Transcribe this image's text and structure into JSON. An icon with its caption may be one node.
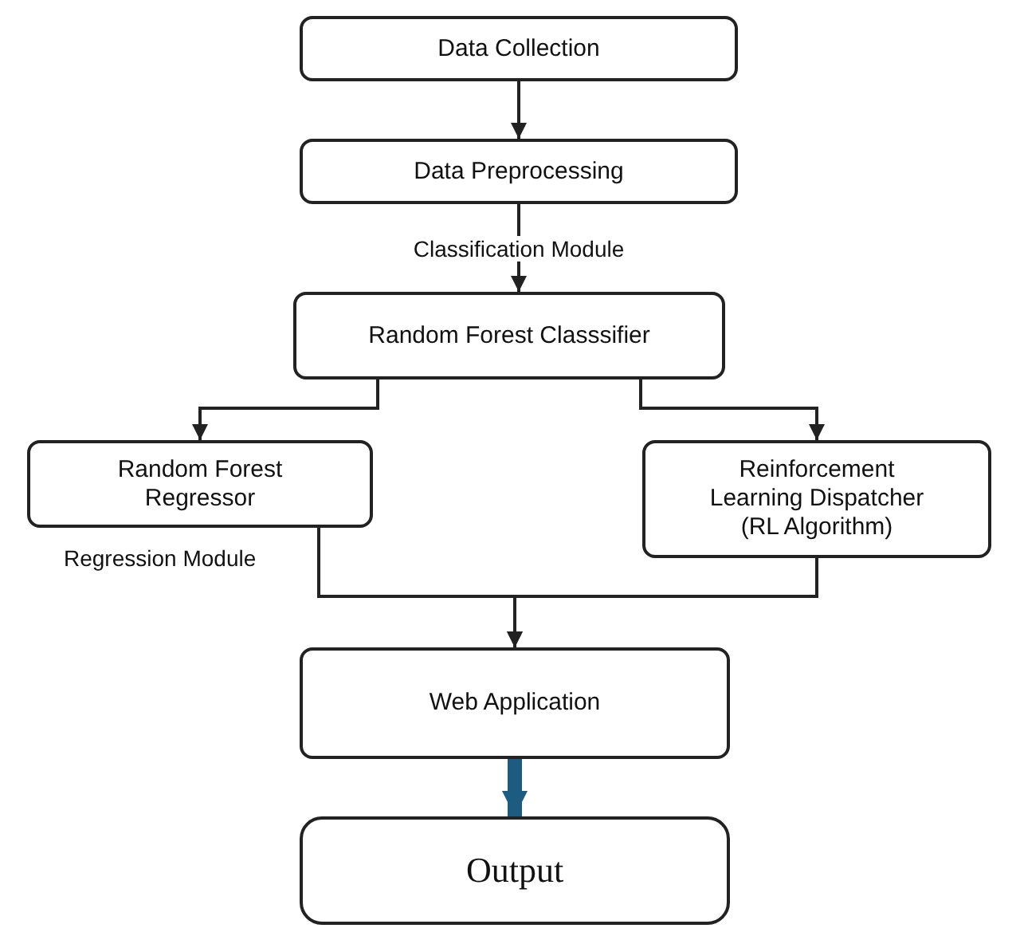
{
  "diagram": {
    "nodes": [
      {
        "text": [
          "Data Collection"
        ]
      },
      {
        "text": [
          "Data Preprocessing"
        ]
      },
      {
        "text": [
          "Random Forest Classsifier"
        ]
      },
      {
        "text": [
          "Random Forest Regressor"
        ],
        "beside": [
          "Regression Module"
        ]
      },
      {
        "text": [
          "Reinforcement Learning Dispatcher (RL Algorithm)"
        ]
      },
      {
        "text": [
          "Web Application"
        ]
      },
      {
        "text": [
          "Output"
        ]
      }
    ],
    "edges": [
      {
        "from": 0,
        "to": 1,
        "arrow": "to"
      },
      {
        "from": 1,
        "to": 2,
        "arrow": "to",
        "label": "Classification Module"
      },
      {
        "from": 2,
        "to": 3,
        "arrow": "to"
      },
      {
        "from": 2,
        "to": 4,
        "arrow": "to"
      },
      {
        "from": 3,
        "to": 5,
        "arrow": "to"
      },
      {
        "from": 4,
        "to": 5,
        "arrow": "to"
      },
      {
        "from": 5,
        "to": 6,
        "arrow": "to",
        "style": "thick",
        "color": "#1d5c80"
      }
    ]
  }
}
